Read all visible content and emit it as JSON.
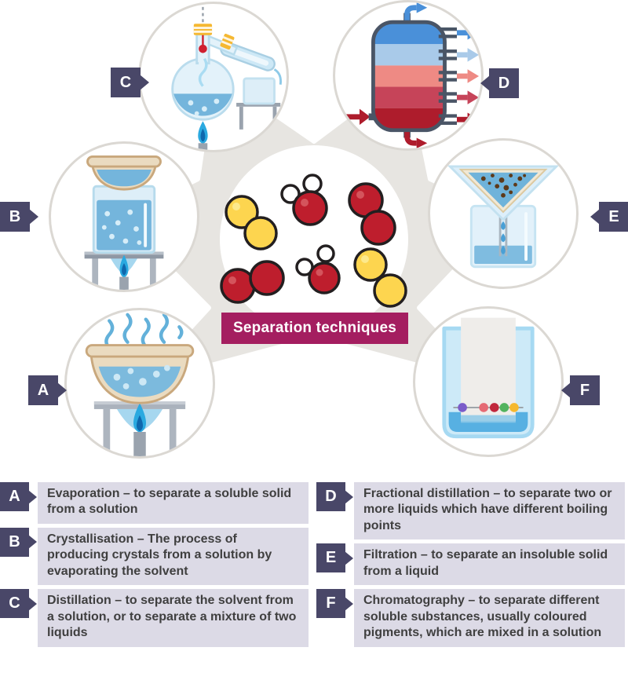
{
  "center": {
    "title": "Separation techniques"
  },
  "colors": {
    "title_bg": "#a41e60",
    "badge_bg": "#494768",
    "legend_box_bg": "#dcdae6",
    "legend_text": "#3f3f3f",
    "molecule_red": "#be1e2d",
    "molecule_yellow": "#fdd54f",
    "column_bands": [
      "#4a90d9",
      "#a9cae9",
      "#ee8a84",
      "#c64459",
      "#ae1c2c"
    ],
    "chromatography_dots": [
      "#7b5cc9",
      "#e56a74",
      "#c1273c",
      "#52b35e",
      "#f5b82e"
    ]
  },
  "circles": [
    {
      "letter": "C",
      "technique": "distillation"
    },
    {
      "letter": "D",
      "technique": "fractional-distillation"
    },
    {
      "letter": "B",
      "technique": "crystallisation"
    },
    {
      "letter": "E",
      "technique": "filtration"
    },
    {
      "letter": "A",
      "technique": "evaporation"
    },
    {
      "letter": "F",
      "technique": "chromatography"
    }
  ],
  "legend": {
    "left": [
      {
        "letter": "A",
        "text": "Evaporation – to separate a soluble solid from a solution"
      },
      {
        "letter": "B",
        "text": "Crystallisation – The process of producing crystals from a solution by evaporating the solvent"
      },
      {
        "letter": "C",
        "text": "Distillation – to separate the solvent from a solution, or to separate a mixture of two liquids"
      }
    ],
    "right": [
      {
        "letter": "D",
        "text": "Fractional distillation – to separate two or more liquids which have different boiling points"
      },
      {
        "letter": "E",
        "text": "Filtration – to separate an insoluble solid from a liquid"
      },
      {
        "letter": "F",
        "text": "Chromatography – to separate different soluble substances, usually coloured pigments, which are mixed in a solution"
      }
    ]
  }
}
